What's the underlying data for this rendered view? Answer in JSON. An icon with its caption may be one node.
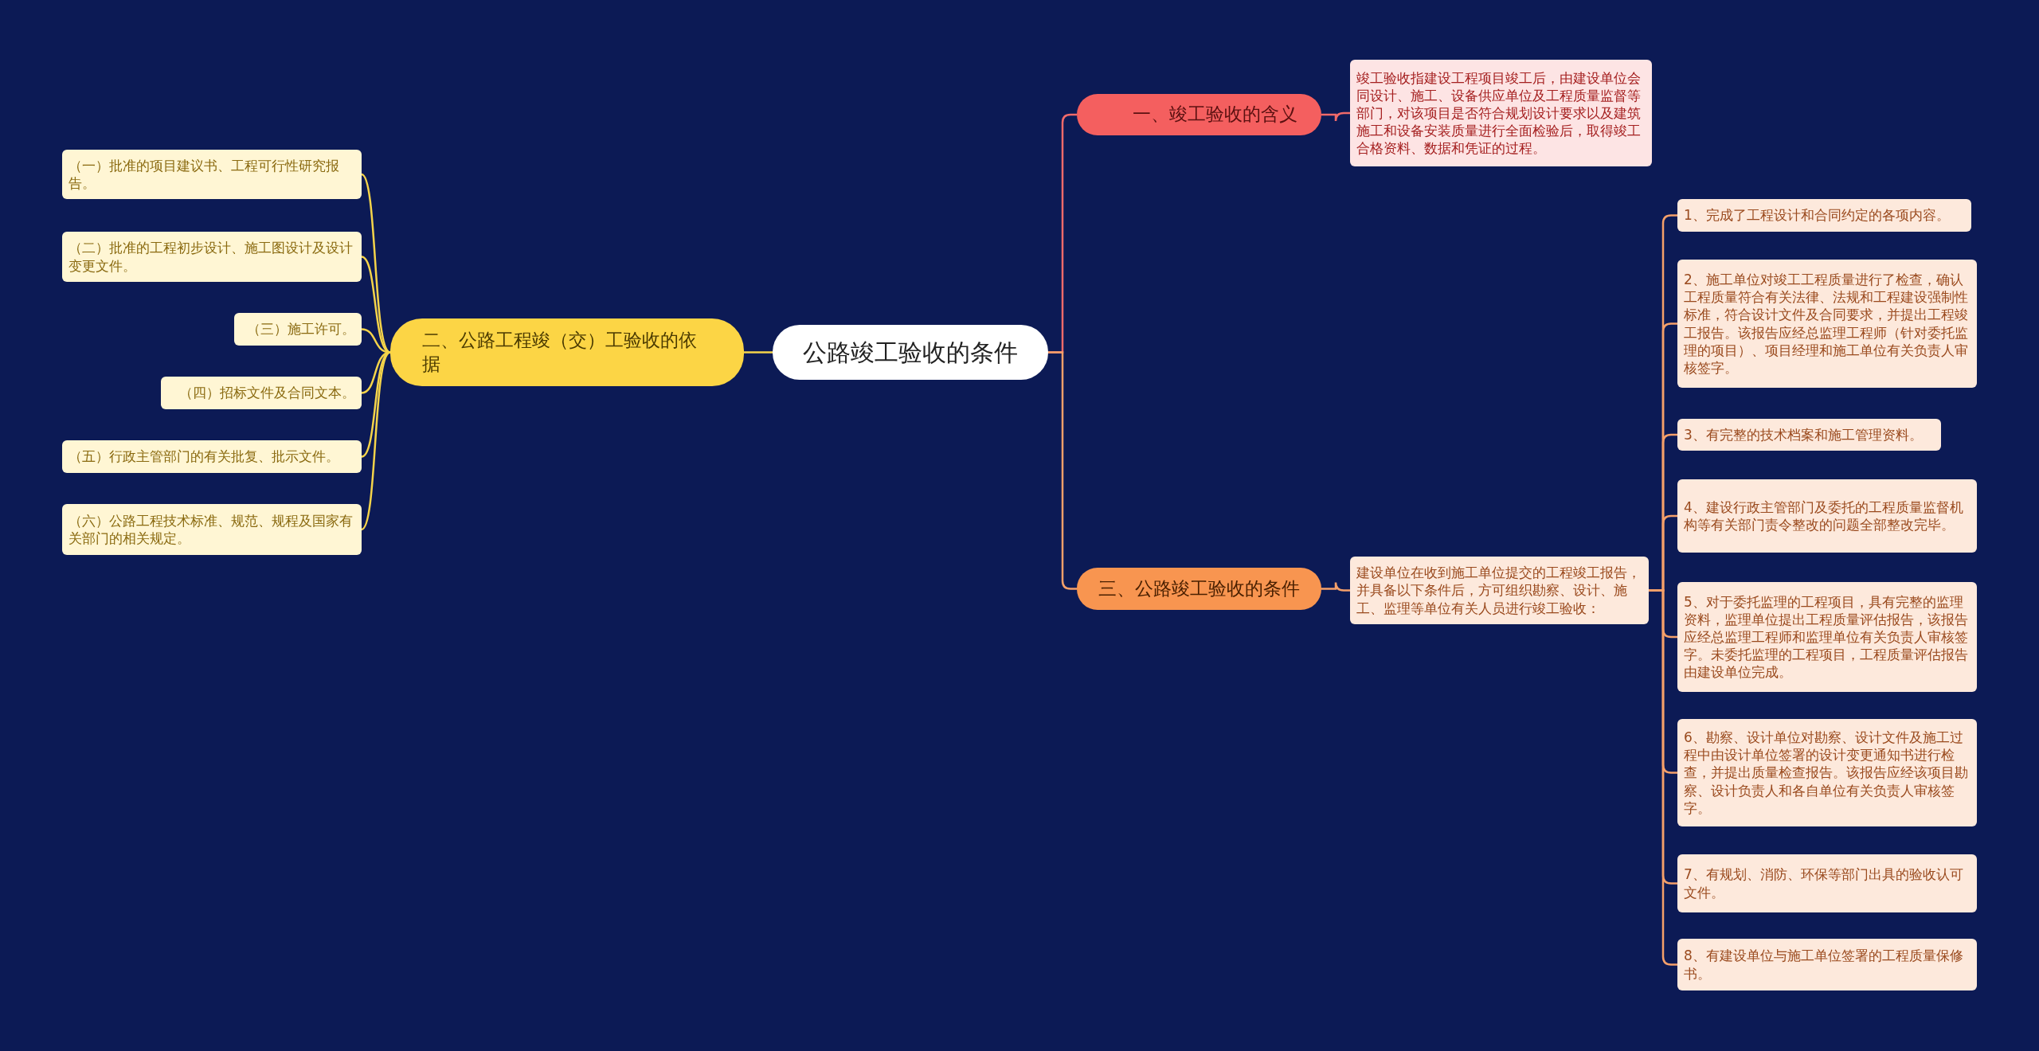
{
  "diagram": {
    "nodes": [
      {
        "text": [
          "公路竣工验收的条件"
        ]
      },
      {
        "text": [
          "一、竣工验收的含义"
        ]
      },
      {
        "text": [
          "竣工验收指建设工程项目竣工后，由建设单位会同设计、施工、设备供应单位及工程质量监督等部门，对该项目是否符合规划设计要求以及建筑施工和设备安装质量进行全面检验后，取得竣工合格资料、数据和凭证的过程。"
        ]
      },
      {
        "text": [
          "二、公路工程竣（交）工验收的依据"
        ]
      },
      {
        "text": [
          "（一）批准的项目建议书、工程可行性研究报告。"
        ]
      },
      {
        "text": [
          "（二）批准的工程初步设计、施工图设计及设计变更文件。"
        ]
      },
      {
        "text": [
          "（三）施工许可。"
        ]
      },
      {
        "text": [
          "（四）招标文件及合同文本。"
        ]
      },
      {
        "text": [
          "（五）行政主管部门的有关批复、批示文件。"
        ]
      },
      {
        "text": [
          "（六）公路工程技术标准、规范、规程及国家有关部门的相关规定。"
        ]
      },
      {
        "text": [
          "三、公路竣工验收的条件"
        ]
      },
      {
        "text": [
          "建设单位在收到施工单位提交的工程竣工报告，并具备以下条件后，方可组织勘察、设计、施工、监理等单位有关人员进行竣工验收："
        ]
      },
      {
        "text": [
          "1、完成了工程设计和合同约定的各项内容。"
        ]
      },
      {
        "text": [
          "2、施工单位对竣工工程质量进行了检查，确认工程质量符合有关法律、法规和工程建设强制性标准，符合设计文件及合同要求，并提出工程竣工报告。该报告应经总监理工程师（针对委托监理的项目）、项目经理和施工单位有关负责人审核签字。"
        ]
      },
      {
        "text": [
          "3、有完整的技术档案和施工管理资料。"
        ]
      },
      {
        "text": [
          "4、建设行政主管部门及委托的工程质量监督机构等有关部门责令整改的问题全部整改完毕。"
        ]
      },
      {
        "text": [
          "5、对于委托监理的工程项目，具有完整的监理资料，监理单位提出工程质量评估报告，该报告应经总监理工程师和监理单位有关负责人审核签字。未委托监理的工程项目，工程质量评估报告由建设单位完成。"
        ]
      },
      {
        "text": [
          "6、勘察、设计单位对勘察、设计文件及施工过程中由设计单位签署的设计变更通知书进行检查，并提出质量检查报告。该报告应经该项目勘察、设计负责人和各自单位有关负责人审核签字。"
        ]
      },
      {
        "text": [
          "7、有规划、消防、环保等部门出具的验收认可文件。"
        ]
      },
      {
        "text": [
          "8、有建设单位与施工单位签署的工程质量保修书。"
        ]
      }
    ],
    "edges": [
      {
        "from": 0,
        "to": 1,
        "arrow": "none",
        "color": "#f06a6a"
      },
      {
        "from": 1,
        "to": 2,
        "arrow": "none",
        "color": "#f06a6a"
      },
      {
        "from": 0,
        "to": 3,
        "arrow": "none",
        "color": "#f5d44a"
      },
      {
        "from": 3,
        "to": 4,
        "arrow": "none",
        "color": "#f5d44a"
      },
      {
        "from": 3,
        "to": 5,
        "arrow": "none",
        "color": "#f5d44a"
      },
      {
        "from": 3,
        "to": 6,
        "arrow": "none",
        "color": "#f5d44a"
      },
      {
        "from": 3,
        "to": 7,
        "arrow": "none",
        "color": "#f5d44a"
      },
      {
        "from": 3,
        "to": 8,
        "arrow": "none",
        "color": "#f5d44a"
      },
      {
        "from": 3,
        "to": 9,
        "arrow": "none",
        "color": "#f5d44a"
      },
      {
        "from": 0,
        "to": 10,
        "arrow": "none"
      },
      {
        "from": 10,
        "to": 11,
        "arrow": "none"
      },
      {
        "from": 11,
        "to": 12,
        "arrow": "none"
      },
      {
        "from": 11,
        "to": 13,
        "arrow": "none"
      },
      {
        "from": 11,
        "to": 14,
        "arrow": "none"
      },
      {
        "from": 11,
        "to": 15,
        "arrow": "none"
      },
      {
        "from": 11,
        "to": 16,
        "arrow": "none"
      },
      {
        "from": 11,
        "to": 17,
        "arrow": "none"
      },
      {
        "from": 11,
        "to": 18,
        "arrow": "none"
      },
      {
        "from": 11,
        "to": 19,
        "arrow": "none"
      }
    ]
  }
}
